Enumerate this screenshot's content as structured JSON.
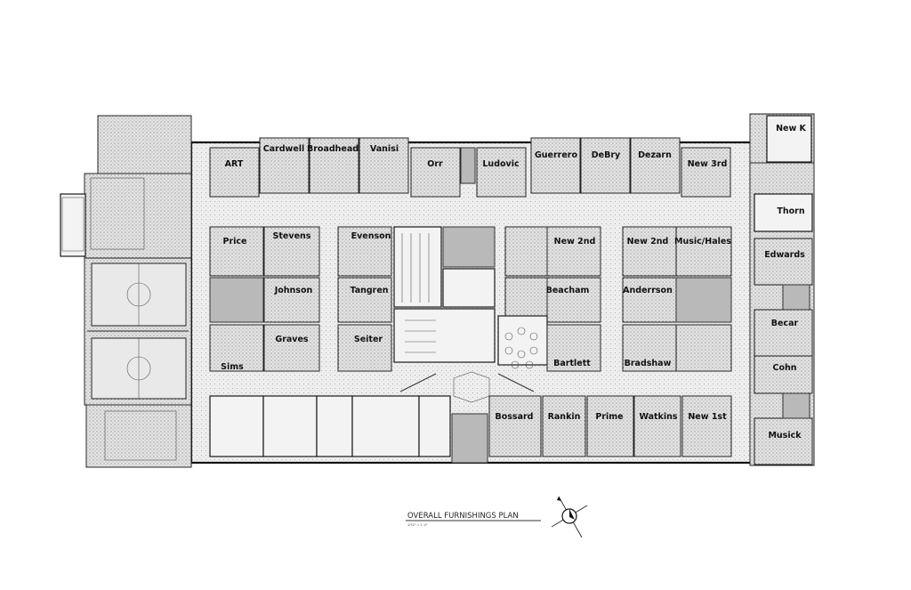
{
  "plan": {
    "title": "OVERALL FURNISHINGS PLAN",
    "scale": "1/32\" = 1'-0\"",
    "rooms": [
      {
        "label": "ART"
      },
      {
        "label": "Cardwell"
      },
      {
        "label": "Broadhead"
      },
      {
        "label": "Vanisi"
      },
      {
        "label": "Orr"
      },
      {
        "label": "Ludovic"
      },
      {
        "label": "Guerrero"
      },
      {
        "label": "DeBry"
      },
      {
        "label": "Dezarn"
      },
      {
        "label": "New 3rd"
      },
      {
        "label": "New K"
      },
      {
        "label": "Thorn"
      },
      {
        "label": "Price"
      },
      {
        "label": "Stevens"
      },
      {
        "label": "Evenson"
      },
      {
        "label": "New 2nd"
      },
      {
        "label": "New 2nd"
      },
      {
        "label": "Music/Hales"
      },
      {
        "label": "Edwards"
      },
      {
        "label": "Johnson"
      },
      {
        "label": "Tangren"
      },
      {
        "label": "Beacham"
      },
      {
        "label": "Anderrson"
      },
      {
        "label": "Becar"
      },
      {
        "label": "Graves"
      },
      {
        "label": "Seiter"
      },
      {
        "label": "Bartlett"
      },
      {
        "label": "Bradshaw"
      },
      {
        "label": "Sims"
      },
      {
        "label": "Cohn"
      },
      {
        "label": "Bossard"
      },
      {
        "label": "Rankin"
      },
      {
        "label": "Prime"
      },
      {
        "label": "Watkins"
      },
      {
        "label": "New 1st"
      },
      {
        "label": "Musick"
      }
    ]
  }
}
